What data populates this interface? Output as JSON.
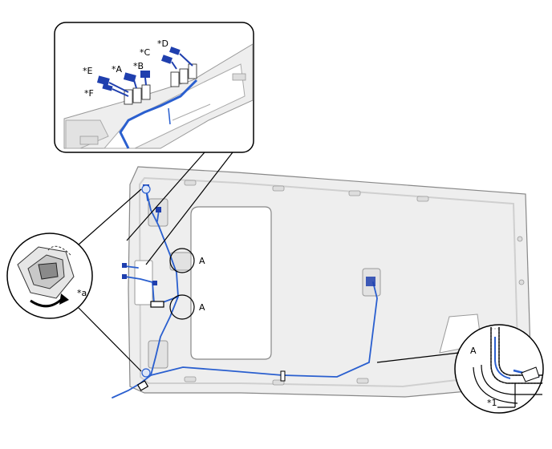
{
  "inset_top": {
    "callouts": [
      "*E",
      "*A",
      "*B",
      "*C",
      "*D",
      "*F"
    ]
  },
  "main": {
    "section_labels": [
      "A",
      "A"
    ]
  },
  "inset_left": {
    "callout": "*a"
  },
  "inset_right": {
    "section_label": "A",
    "callout": "*1"
  },
  "colors": {
    "wire": "#2a5fcf",
    "connector": "#1f3fae",
    "outline": "#000000",
    "panel": "#eeeeee",
    "panel_shadow": "#cfcfcf"
  }
}
